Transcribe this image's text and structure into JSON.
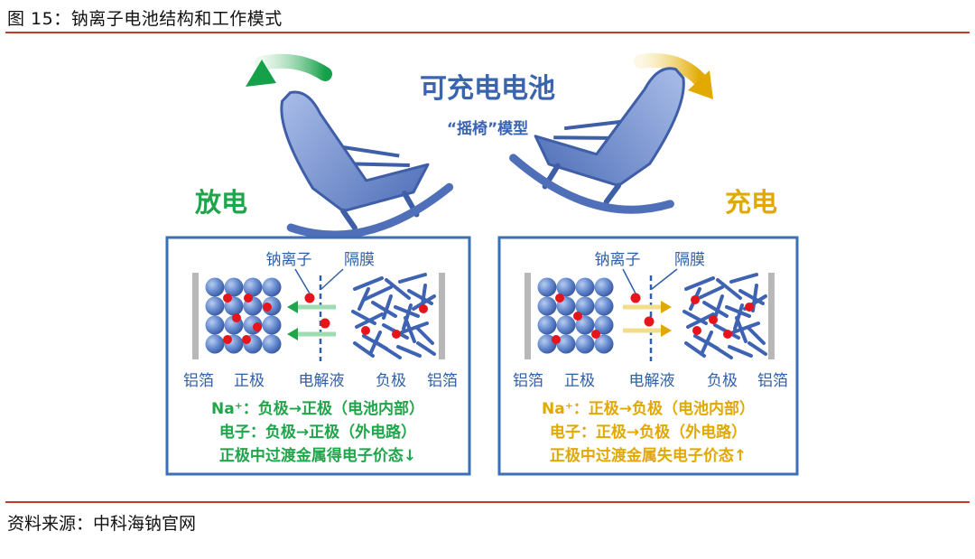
{
  "figure_title": "图 15：钠离子电池结构和工作模式",
  "source": "资料来源：中科海钠官网",
  "header": {
    "main": "可充电电池",
    "sub": "“摇椅”模型"
  },
  "discharge": {
    "title": "放电",
    "ion_label": "钠离子",
    "separator_label": "隔膜",
    "labels": {
      "foil_left": "铝箔",
      "positive": "正极",
      "electrolyte": "电解液",
      "negative": "负极",
      "foil_right": "铝箔"
    },
    "line1": "Na⁺：负极→正极（电池内部）",
    "line2": "电子：负极→正极（外电路）",
    "line3": "正极中过渡金属得电子价态↓"
  },
  "charge": {
    "title": "充电",
    "ion_label": "钠离子",
    "separator_label": "隔膜",
    "labels": {
      "foil_left": "铝箔",
      "positive": "正极",
      "electrolyte": "电解液",
      "negative": "负极",
      "foil_right": "铝箔"
    },
    "line1": "Na⁺：正极→负极（电池内部）",
    "line2": "电子：正极→负极（外电路）",
    "line3": "正极中过渡金属失电子价态↑"
  },
  "colors": {
    "discharge_green": "#1fa64a",
    "charge_gold": "#e0a800",
    "panel_border": "#3b6fb6",
    "header_blue": "#3a64b0",
    "label_blue": "#2f5fa8",
    "sphere_blue": "#5b7fc8",
    "ion_red": "#e8141b"
  }
}
